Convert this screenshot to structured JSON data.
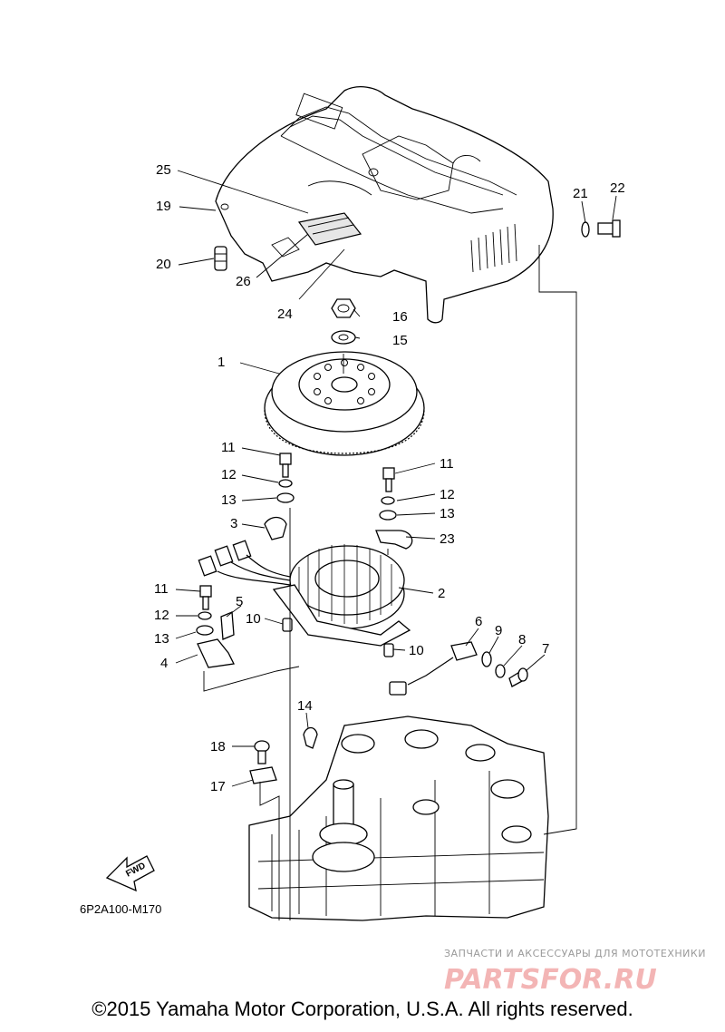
{
  "callouts": [
    "25",
    "19",
    "20",
    "26",
    "24",
    "21",
    "22",
    "16",
    "15",
    "1",
    "11",
    "12",
    "13",
    "3",
    "11",
    "12",
    "13",
    "23",
    "2",
    "11",
    "5",
    "12",
    "13",
    "4",
    "10",
    "10",
    "6",
    "9",
    "8",
    "7",
    "14",
    "18",
    "17"
  ],
  "diagram_code": "6P2A100-M170",
  "fwd_label": "FWD",
  "watermark": {
    "tagline": "ЗАПЧАСТИ И АКСЕССУАРЫ ДЛЯ МОТОТЕХНИКИ",
    "brand": "PARTSFOR.RU"
  },
  "copyright": "©2015 Yamaha Motor Corporation, U.S.A. All rights reserved."
}
